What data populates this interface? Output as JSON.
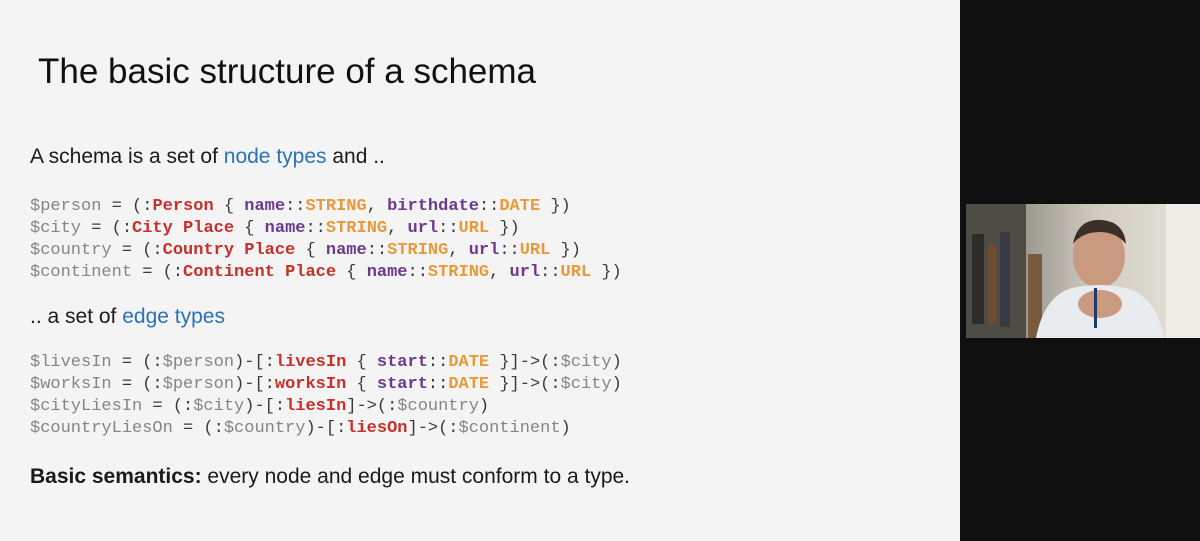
{
  "slide": {
    "title": "The basic structure of a schema",
    "intro": {
      "before": "A schema is a set of ",
      "highlight": "node types",
      "after": " and .."
    },
    "node_lines": [
      [
        {
          "t": "$person",
          "c": "var"
        },
        {
          "t": " = (:",
          "c": "plain"
        },
        {
          "t": "Person",
          "c": "label"
        },
        {
          "t": " { ",
          "c": "punc"
        },
        {
          "t": "name",
          "c": "prop"
        },
        {
          "t": "::",
          "c": "punc"
        },
        {
          "t": "STRING",
          "c": "type"
        },
        {
          "t": ", ",
          "c": "punc"
        },
        {
          "t": "birthdate",
          "c": "prop"
        },
        {
          "t": "::",
          "c": "punc"
        },
        {
          "t": "DATE",
          "c": "type"
        },
        {
          "t": " })",
          "c": "punc"
        }
      ],
      [
        {
          "t": "$city",
          "c": "var"
        },
        {
          "t": " = (:",
          "c": "plain"
        },
        {
          "t": "City Place",
          "c": "label"
        },
        {
          "t": " { ",
          "c": "punc"
        },
        {
          "t": "name",
          "c": "prop"
        },
        {
          "t": "::",
          "c": "punc"
        },
        {
          "t": "STRING",
          "c": "type"
        },
        {
          "t": ", ",
          "c": "punc"
        },
        {
          "t": "url",
          "c": "prop"
        },
        {
          "t": "::",
          "c": "punc"
        },
        {
          "t": "URL",
          "c": "type"
        },
        {
          "t": " })",
          "c": "punc"
        }
      ],
      [
        {
          "t": "$country",
          "c": "var"
        },
        {
          "t": " = (:",
          "c": "plain"
        },
        {
          "t": "Country Place",
          "c": "label"
        },
        {
          "t": " { ",
          "c": "punc"
        },
        {
          "t": "name",
          "c": "prop"
        },
        {
          "t": "::",
          "c": "punc"
        },
        {
          "t": "STRING",
          "c": "type"
        },
        {
          "t": ", ",
          "c": "punc"
        },
        {
          "t": "url",
          "c": "prop"
        },
        {
          "t": "::",
          "c": "punc"
        },
        {
          "t": "URL",
          "c": "type"
        },
        {
          "t": " })",
          "c": "punc"
        }
      ],
      [
        {
          "t": "$continent",
          "c": "var"
        },
        {
          "t": " = (:",
          "c": "plain"
        },
        {
          "t": "Continent Place",
          "c": "label"
        },
        {
          "t": " { ",
          "c": "punc"
        },
        {
          "t": "name",
          "c": "prop"
        },
        {
          "t": "::",
          "c": "punc"
        },
        {
          "t": "STRING",
          "c": "type"
        },
        {
          "t": ", ",
          "c": "punc"
        },
        {
          "t": "url",
          "c": "prop"
        },
        {
          "t": "::",
          "c": "punc"
        },
        {
          "t": "URL",
          "c": "type"
        },
        {
          "t": " })",
          "c": "punc"
        }
      ]
    ],
    "edge_intro": {
      "before": ".. a set of ",
      "highlight": "edge types"
    },
    "edge_lines": [
      [
        {
          "t": "$livesIn",
          "c": "var"
        },
        {
          "t": " = (:",
          "c": "plain"
        },
        {
          "t": "$person",
          "c": "var"
        },
        {
          "t": ")-[:",
          "c": "punc"
        },
        {
          "t": "livesIn",
          "c": "label"
        },
        {
          "t": " { ",
          "c": "punc"
        },
        {
          "t": "start",
          "c": "prop"
        },
        {
          "t": "::",
          "c": "punc"
        },
        {
          "t": "DATE",
          "c": "type"
        },
        {
          "t": " }]->(:",
          "c": "punc"
        },
        {
          "t": "$city",
          "c": "var"
        },
        {
          "t": ")",
          "c": "punc"
        }
      ],
      [
        {
          "t": "$worksIn",
          "c": "var"
        },
        {
          "t": " = (:",
          "c": "plain"
        },
        {
          "t": "$person",
          "c": "var"
        },
        {
          "t": ")-[:",
          "c": "punc"
        },
        {
          "t": "worksIn",
          "c": "label"
        },
        {
          "t": " { ",
          "c": "punc"
        },
        {
          "t": "start",
          "c": "prop"
        },
        {
          "t": "::",
          "c": "punc"
        },
        {
          "t": "DATE",
          "c": "type"
        },
        {
          "t": " }]->(:",
          "c": "punc"
        },
        {
          "t": "$city",
          "c": "var"
        },
        {
          "t": ")",
          "c": "punc"
        }
      ],
      [
        {
          "t": "$cityLiesIn",
          "c": "var"
        },
        {
          "t": " = (:",
          "c": "plain"
        },
        {
          "t": "$city",
          "c": "var"
        },
        {
          "t": ")-[:",
          "c": "punc"
        },
        {
          "t": "liesIn",
          "c": "label"
        },
        {
          "t": "]->(:",
          "c": "punc"
        },
        {
          "t": "$country",
          "c": "var"
        },
        {
          "t": ")",
          "c": "punc"
        }
      ],
      [
        {
          "t": "$countryLiesOn",
          "c": "var"
        },
        {
          "t": " = (:",
          "c": "plain"
        },
        {
          "t": "$country",
          "c": "var"
        },
        {
          "t": ")-[:",
          "c": "punc"
        },
        {
          "t": "liesOn",
          "c": "label"
        },
        {
          "t": "]->(:",
          "c": "punc"
        },
        {
          "t": "$continent",
          "c": "var"
        },
        {
          "t": ")",
          "c": "punc"
        }
      ]
    ],
    "semantics": {
      "bold": "Basic semantics:",
      "rest": " every node and edge must conform to a type."
    }
  },
  "colors": {
    "slide_background": "#f4f4f4",
    "highlight": "#2c72b8",
    "code_label": "#c6302a",
    "code_property": "#6b3a8e",
    "code_type": "#e89a3a",
    "code_variable": "#858585"
  }
}
